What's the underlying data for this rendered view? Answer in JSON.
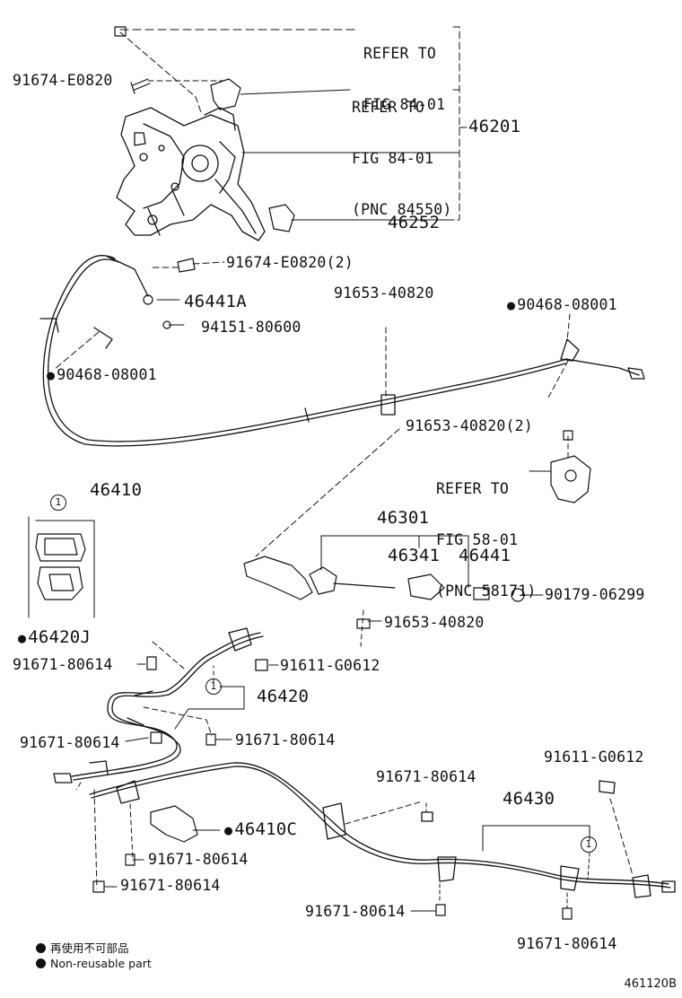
{
  "refs": {
    "fig84_a": [
      "REFER TO",
      "FIG 84-01"
    ],
    "fig84_b": [
      "REFER TO",
      "FIG 84-01",
      "(PNC 84550)"
    ],
    "fig58": [
      "REFER TO",
      "FIG 58-01",
      "(PNC 58171)"
    ]
  },
  "parts": {
    "p46201": "46201",
    "p46252": "46252",
    "p91674_top": "91674-E0820",
    "p91674_2": "91674-E0820(2)",
    "p46441A": "46441A",
    "p94151": "94151-80600",
    "p90468_left": "90468-08001",
    "p90468_right": "90468-08001",
    "p91653_top": "91653-40820",
    "p91653_2": "91653-40820(2)",
    "p46410": "46410",
    "p46301": "46301",
    "p46341": "46341",
    "p46441": "46441",
    "p90179": "90179-06299",
    "p91653_mid": "91653-40820",
    "p46420J": "46420J",
    "p91671_a": "91671-80614",
    "p91611_a": "91611-G0612",
    "p46420": "46420",
    "p91671_b": "91671-80614",
    "p91671_c": "91671-80614",
    "p91611_b": "91611-G0612",
    "p91671_d": "91671-80614",
    "p46430": "46430",
    "p46410C": "46410C",
    "p91671_e": "91671-80614",
    "p91671_f": "91671-80614",
    "p91671_g": "91671-80614",
    "p91671_h": "91671-80614"
  },
  "callout": "1",
  "legend": {
    "jp": "再使用不可部品",
    "en": "Non-reusable part"
  },
  "figure_id": "461120B"
}
